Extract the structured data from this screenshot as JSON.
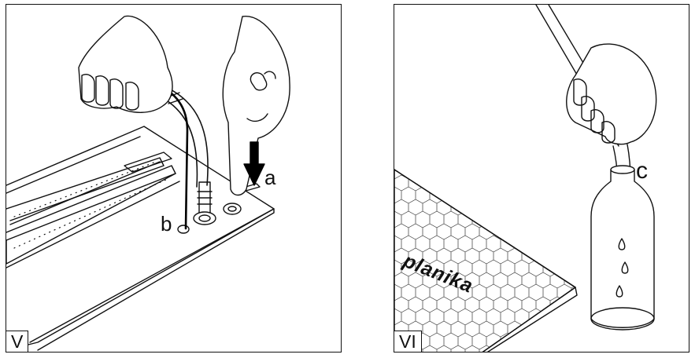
{
  "panels": [
    {
      "label": "V",
      "callouts": {
        "a": "a",
        "b": "b"
      }
    },
    {
      "label": "VI",
      "callouts": {
        "c": "c"
      },
      "brand_text": "planika"
    }
  ]
}
